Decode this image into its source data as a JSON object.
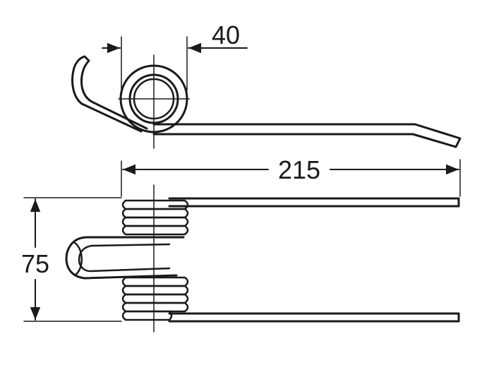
{
  "dimensions": {
    "coil_diameter": "40",
    "total_length": "215",
    "total_height": "75"
  },
  "colors": {
    "line": "#1a1a1a",
    "background": "#ffffff"
  }
}
